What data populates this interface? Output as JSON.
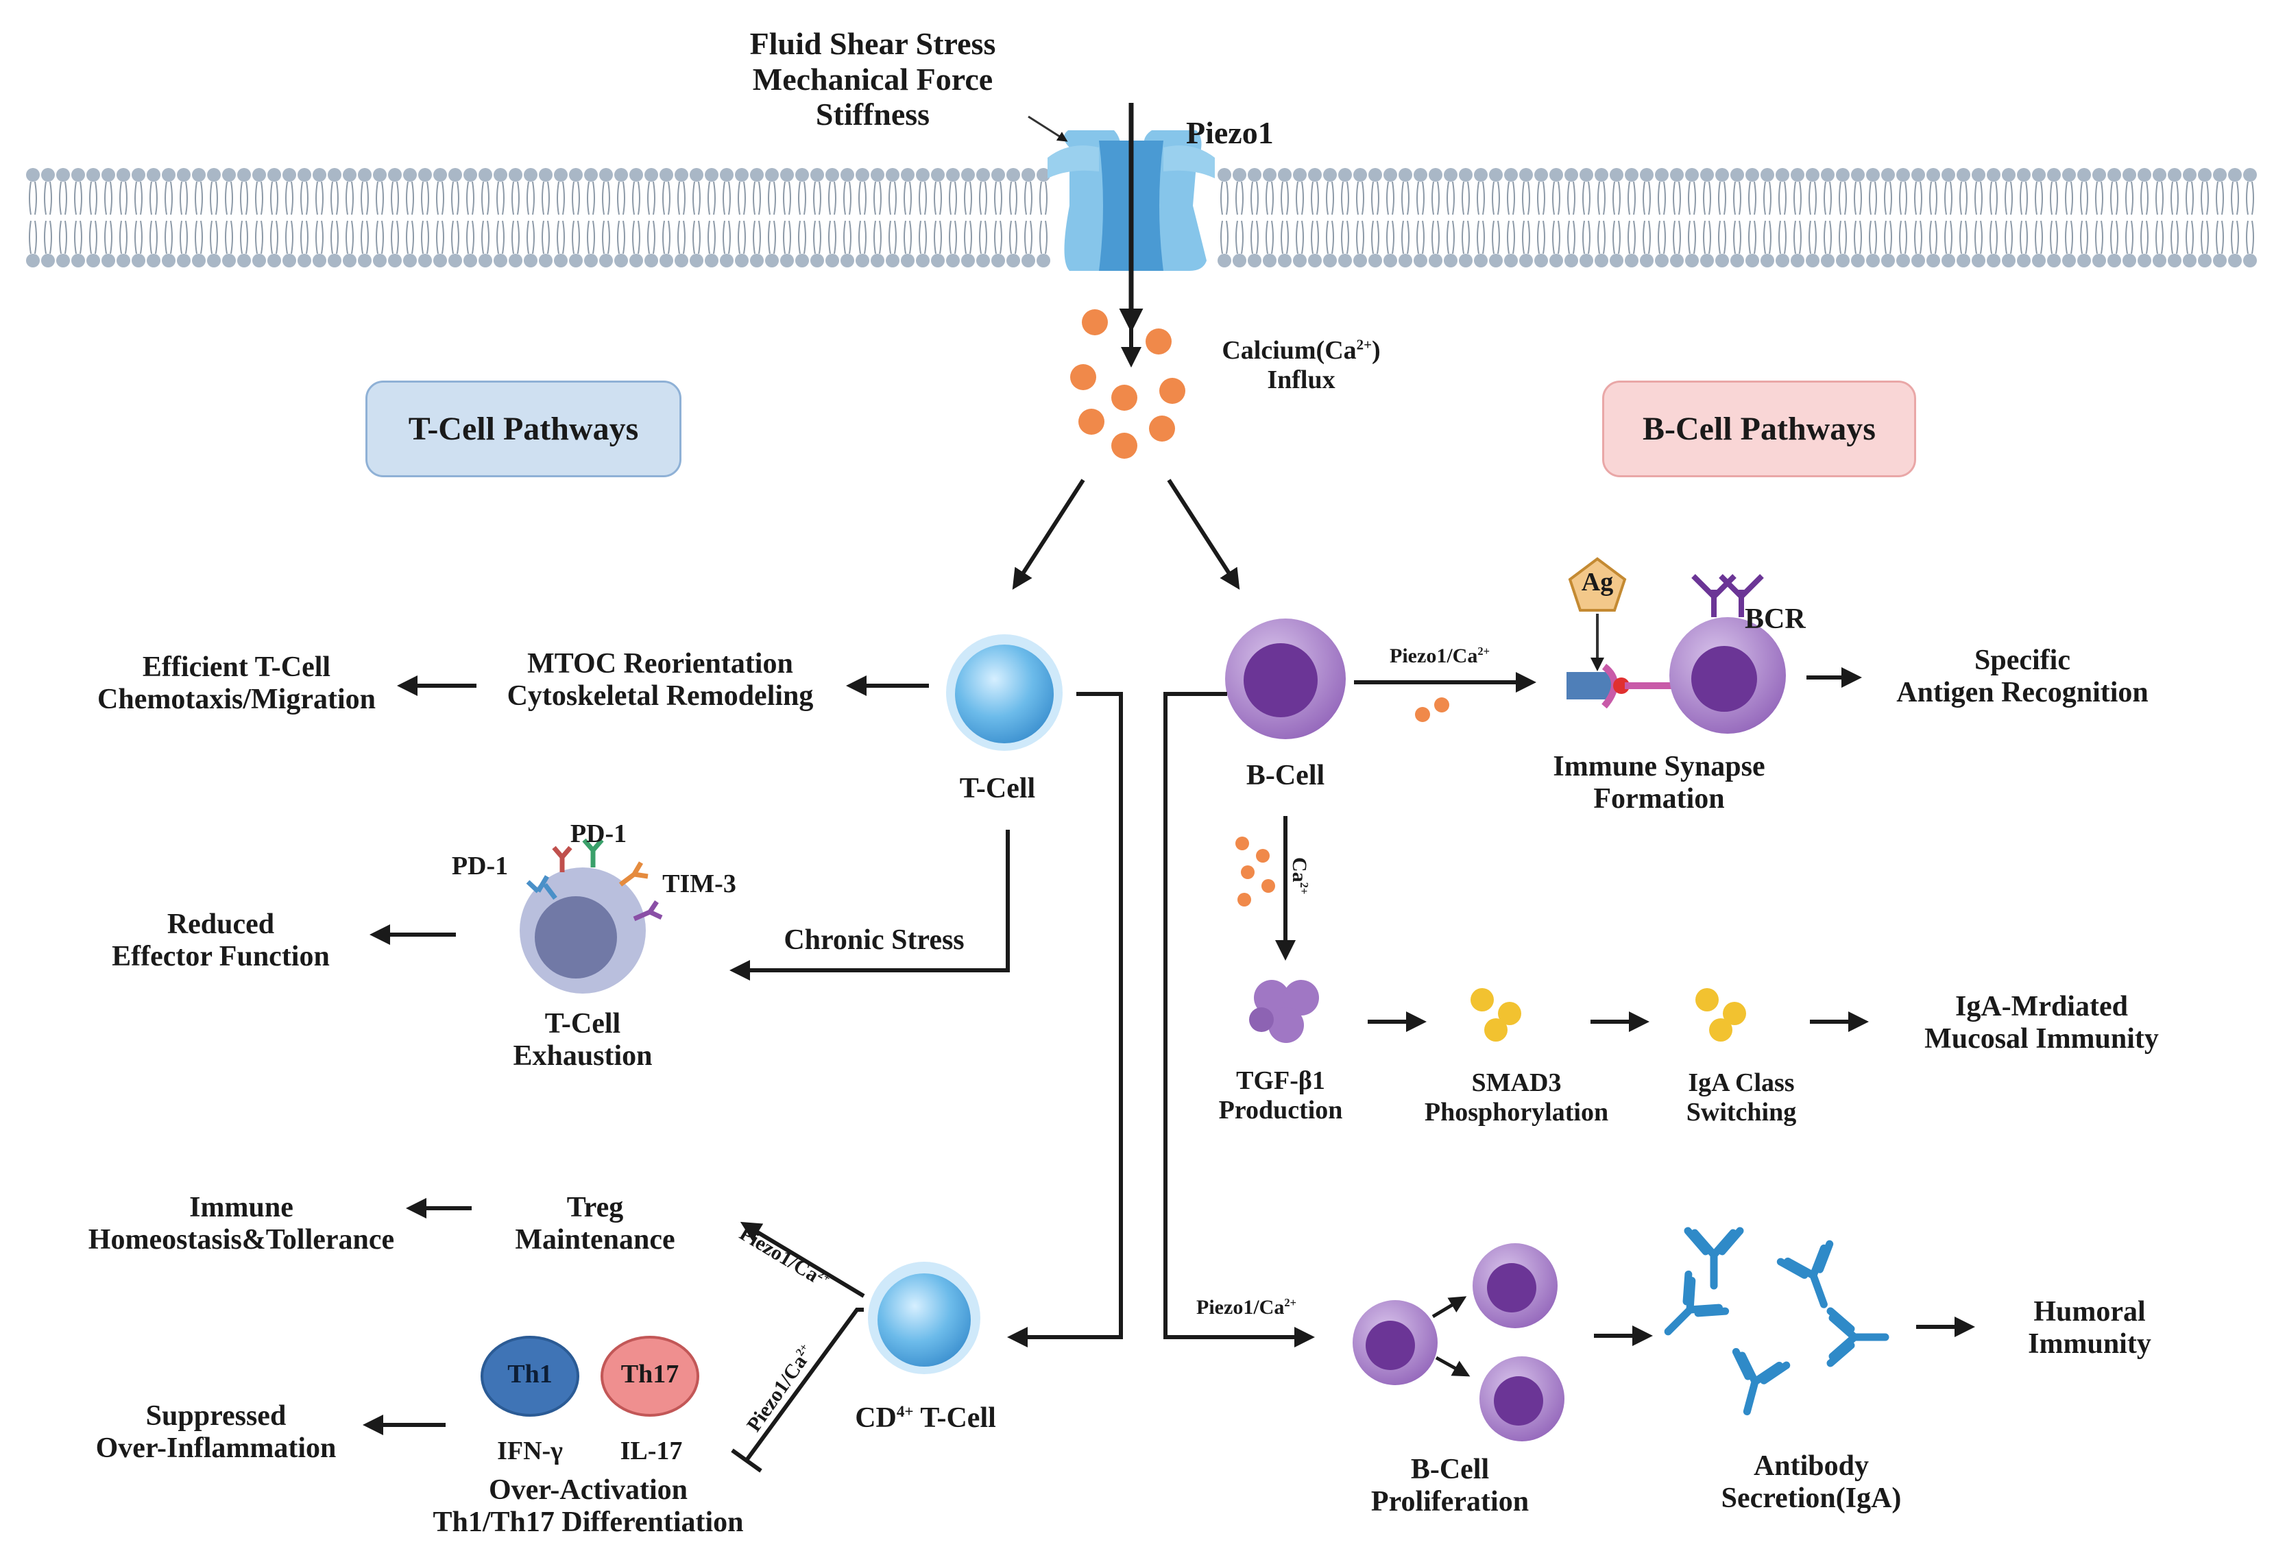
{
  "stimulus": {
    "line1": "Fluid Shear Stress",
    "line2": "Mechanical Force",
    "line3": "Stiffness"
  },
  "channel": {
    "label": "Piezo1"
  },
  "calcium": {
    "line1": "Calcium(Ca",
    "sup": "2+",
    "line1_end": ")",
    "line2": "Influx"
  },
  "pathway_headers": {
    "t_cell": "T-Cell Pathways",
    "b_cell": "B-Cell Pathways"
  },
  "t_cell": {
    "cell_label": "T-Cell",
    "mtoc": {
      "line1": "MTOC Reorientation",
      "line2": "Cytoskeletal Remodeling"
    },
    "chemotaxis": {
      "line1": "Efficient T-Cell",
      "line2": "Chemotaxis/Migration"
    },
    "chronic_stress": "Chronic Stress",
    "exhaustion": {
      "line1": "T-Cell",
      "line2": "Exhaustion"
    },
    "markers": {
      "pd1_left": "PD-1",
      "pd1_top": "PD-1",
      "tim3": "TIM-3"
    },
    "reduced": {
      "line1": "Reduced",
      "line2": "Effector Function"
    },
    "cd4": {
      "label": "CD",
      "sup": "4+",
      "label_end": " T-Cell"
    },
    "treg_edge": {
      "text": "Piezo1/Ca",
      "sup": "2+"
    },
    "inhib_edge": {
      "text": "Piezo1/Ca",
      "sup": "2+"
    },
    "treg": {
      "line1": "Treg",
      "line2": "Maintenance"
    },
    "homeostasis": {
      "line1": "Immune",
      "line2": "Homeostasis&Tollerance"
    },
    "th1": "Th1",
    "th17": "Th17",
    "ifn": "IFN-γ",
    "il17": "IL-17",
    "overactivation": {
      "line1": "Over-Activation",
      "line2": "Th1/Th17 Differentiation"
    },
    "suppressed": {
      "line1": "Suppressed",
      "line2": "Over-Inflammation"
    }
  },
  "b_cell": {
    "cell_label": "B-Cell",
    "synapse_edge": {
      "text": "Piezo1/Ca",
      "sup": "2+"
    },
    "ag": "Ag",
    "bcr": "BCR",
    "synapse": {
      "line1": "Immune Synapse",
      "line2": "Formation"
    },
    "specific": {
      "line1": "Specific",
      "line2": "Antigen Recognition"
    },
    "ca_vertical": {
      "text": "Ca",
      "sup": "2+"
    },
    "tgf": {
      "line1": "TGF-β1",
      "line2": "Production"
    },
    "smad": {
      "line1": "SMAD3",
      "line2": "Phosphorylation"
    },
    "iga_switch": {
      "line1": "IgA Class",
      "line2": "Switching"
    },
    "iga_mucosal": {
      "line1": "IgA-Mrdiated",
      "line2": "Mucosal Immunity"
    },
    "prolif_edge": {
      "text": "Piezo1/Ca",
      "sup": "2+"
    },
    "proliferation": {
      "line1": "B-Cell",
      "line2": "Proliferation"
    },
    "antibody": {
      "line1": "Antibody",
      "line2": "Secretion(IgA)"
    },
    "humoral": {
      "line1": "Humoral",
      "line2": "Immunity"
    }
  },
  "colors": {
    "membrane_head": "#a9b7c6",
    "piezo": "#7fc0e6",
    "piezo_dark": "#3f8fcb",
    "calcium": "#f0894a",
    "t_cell": "#5aaee6",
    "b_cell": "#9b6fbe",
    "b_cell_nucleus": "#6b3596",
    "exhausted": "#9aa0c8",
    "th1": "#3f74b6",
    "th17": "#ef8f8f",
    "tgf": "#a077c4",
    "smad": "#f2c230",
    "antibody": "#2f8ac8"
  }
}
